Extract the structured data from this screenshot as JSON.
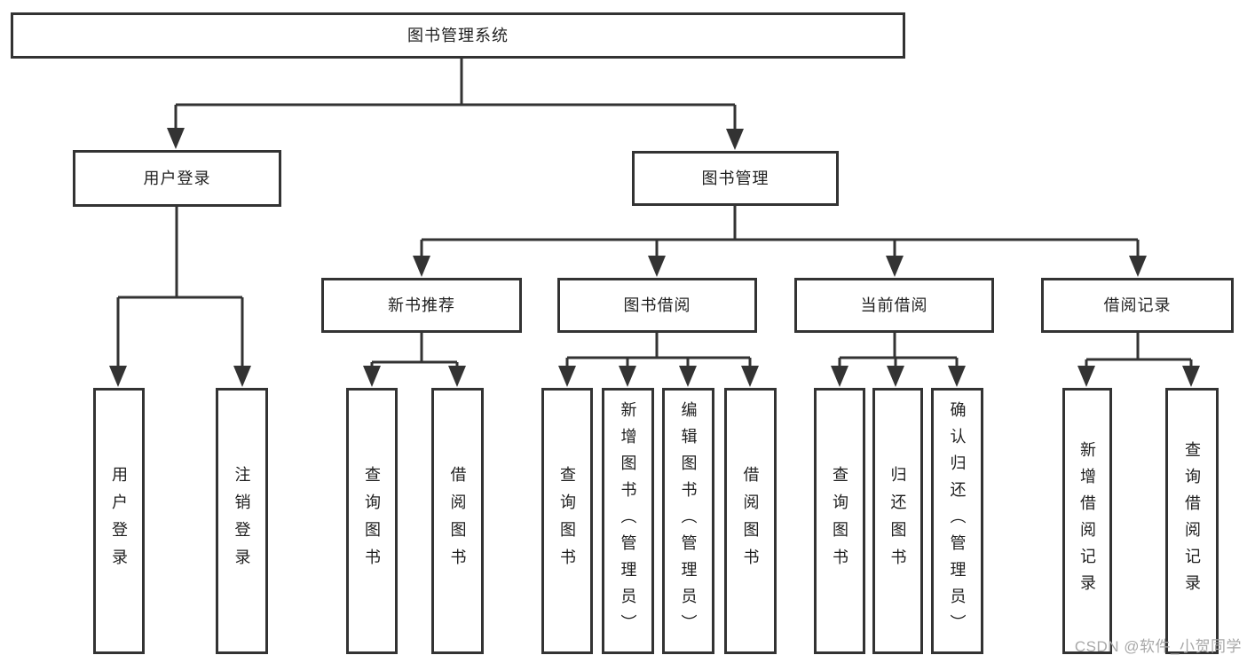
{
  "diagram": {
    "title": "图书管理系统",
    "watermark": "CSDN @软件_小贺同学",
    "colors": {
      "line": "#333333",
      "box_border": "#333333",
      "box_background": "#ffffff",
      "text": "#1f1f1f",
      "watermark": "#a8a8a8"
    },
    "nodes": {
      "root": {
        "label": "图书管理系统"
      },
      "user_login": {
        "label": "用户登录"
      },
      "book_mgmt": {
        "label": "图书管理"
      },
      "new_book_rec": {
        "label": "新书推荐"
      },
      "book_borrow": {
        "label": "图书借阅"
      },
      "current_borrow": {
        "label": "当前借阅"
      },
      "borrow_record": {
        "label": "借阅记录"
      },
      "ul_login": {
        "label": "用户登录"
      },
      "ul_logout": {
        "label": "注销登录"
      },
      "nb_query": {
        "label": "查询图书"
      },
      "nb_borrow": {
        "label": "借阅图书"
      },
      "bb_query": {
        "label": "查询图书"
      },
      "bb_add": {
        "label": "新增图书（管理员）"
      },
      "bb_edit": {
        "label": "编辑图书（管理员）"
      },
      "bb_borrow": {
        "label": "借阅图书"
      },
      "cb_query": {
        "label": "查询图书"
      },
      "cb_return": {
        "label": "归还图书"
      },
      "cb_confirm": {
        "label": "确认归还（管理员）"
      },
      "br_add": {
        "label": "新增借阅记录"
      },
      "br_query": {
        "label": "查询借阅记录"
      }
    },
    "edges": [
      [
        "root",
        "user_login"
      ],
      [
        "root",
        "book_mgmt"
      ],
      [
        "user_login",
        "ul_login"
      ],
      [
        "user_login",
        "ul_logout"
      ],
      [
        "book_mgmt",
        "new_book_rec"
      ],
      [
        "book_mgmt",
        "book_borrow"
      ],
      [
        "book_mgmt",
        "current_borrow"
      ],
      [
        "book_mgmt",
        "borrow_record"
      ],
      [
        "new_book_rec",
        "nb_query"
      ],
      [
        "new_book_rec",
        "nb_borrow"
      ],
      [
        "book_borrow",
        "bb_query"
      ],
      [
        "book_borrow",
        "bb_add"
      ],
      [
        "book_borrow",
        "bb_edit"
      ],
      [
        "book_borrow",
        "bb_borrow"
      ],
      [
        "current_borrow",
        "cb_query"
      ],
      [
        "current_borrow",
        "cb_return"
      ],
      [
        "current_borrow",
        "cb_confirm"
      ],
      [
        "borrow_record",
        "br_add"
      ],
      [
        "borrow_record",
        "br_query"
      ]
    ]
  }
}
